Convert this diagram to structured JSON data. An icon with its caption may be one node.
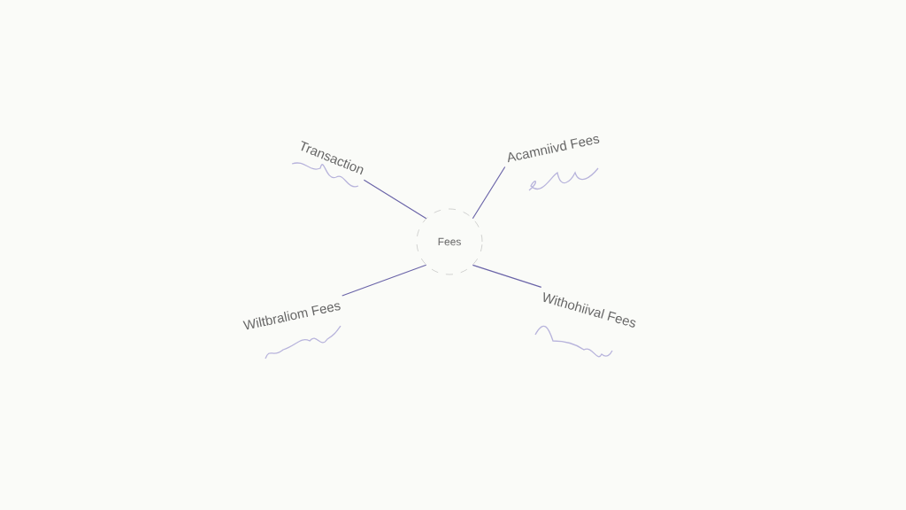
{
  "diagram": {
    "nodes": [
      {
        "text": [
          "Fees"
        ]
      },
      {
        "text": [
          "Transaction"
        ]
      },
      {
        "text": [
          "Acamniivd Fees"
        ]
      },
      {
        "text": [
          "Wiltbraliom Fees"
        ]
      },
      {
        "text": [
          "Withohiival Fees"
        ]
      }
    ],
    "edges": [
      {
        "from": 0,
        "to": 1,
        "arrow": "none"
      },
      {
        "from": 0,
        "to": 2,
        "arrow": "none"
      },
      {
        "from": 0,
        "to": 3,
        "arrow": "none"
      },
      {
        "from": 0,
        "to": 4,
        "arrow": "none"
      }
    ]
  }
}
